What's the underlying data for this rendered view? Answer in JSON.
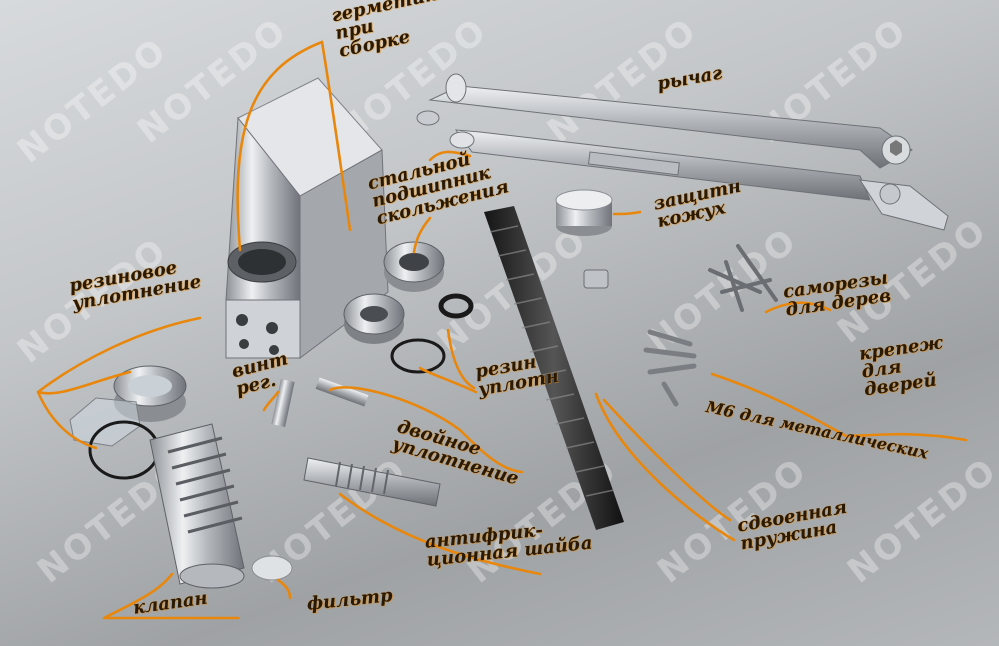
{
  "watermark": "NOTEDO",
  "labels": {
    "germetik": "герметик\nпри\nсборке",
    "rychag": "рычаг",
    "podshipnik": "стальной\nподшипник\nскольжения",
    "kozhukh": "защитн\nкожух",
    "rezinovoe": "резиновое\nуплотнение",
    "samorezy": "саморезы\nдля дерев",
    "krepezh": "крепеж\nдля\nдверей",
    "m6": "M6 для металлических",
    "vint": "винт\nрег.",
    "rez_uplotn": "резин\nуплотн",
    "dvoinoe": "двойное\nуплотнение",
    "antifrik": "антифрик-\nционная шайба",
    "sdvoennaya": "сдвоенная\nпружина",
    "klapan": "клапан",
    "filtr": "фильтр"
  },
  "annotation_color": "#e8870c"
}
